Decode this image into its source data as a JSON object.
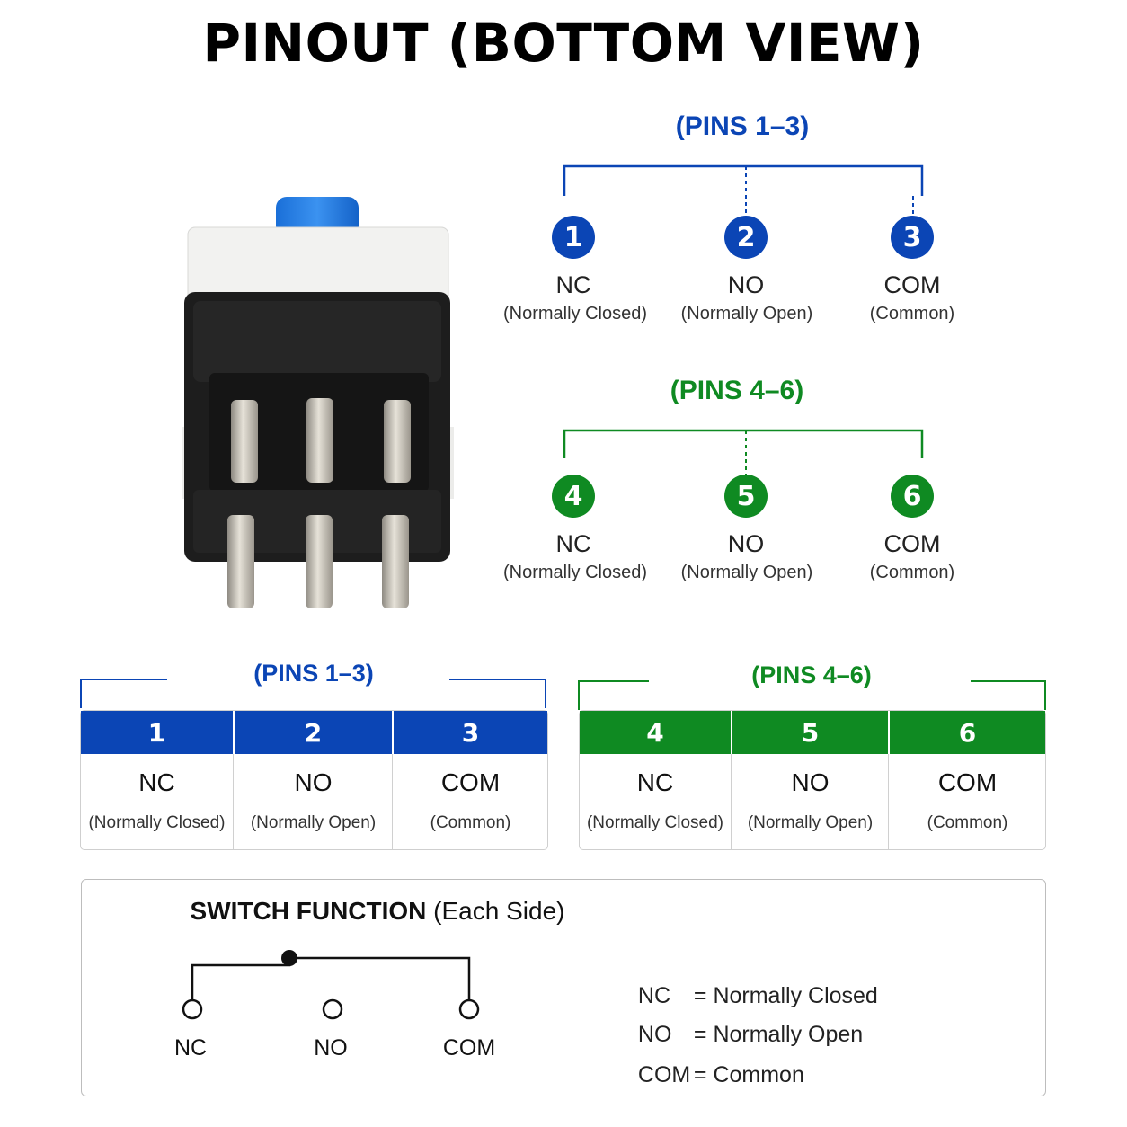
{
  "title": "PINOUT (BOTTOM VIEW)",
  "colors": {
    "blue": "#0b45b5",
    "green": "#0f8a22"
  },
  "top_groups": [
    {
      "title": "(PINS 1–3)",
      "pins": [
        {
          "num": "1",
          "name": "NC",
          "desc": "(Normally Closed)"
        },
        {
          "num": "2",
          "name": "NO",
          "desc": "(Normally Open)"
        },
        {
          "num": "3",
          "name": "COM",
          "desc": "(Common)"
        }
      ]
    },
    {
      "title": "(PINS 4–6)",
      "pins": [
        {
          "num": "4",
          "name": "NC",
          "desc": "(Normally Closed)"
        },
        {
          "num": "5",
          "name": "NO",
          "desc": "(Normally Open)"
        },
        {
          "num": "6",
          "name": "COM",
          "desc": "(Common)"
        }
      ]
    }
  ],
  "tables": [
    {
      "title": "(PINS 1–3)",
      "cells": [
        {
          "num": "1",
          "name": "NC",
          "desc": "(Normally Closed)"
        },
        {
          "num": "2",
          "name": "NO",
          "desc": "(Normally Open)"
        },
        {
          "num": "3",
          "name": "COM",
          "desc": "(Common)"
        }
      ]
    },
    {
      "title": "(PINS 4–6)",
      "cells": [
        {
          "num": "4",
          "name": "NC",
          "desc": "(Normally Closed)"
        },
        {
          "num": "5",
          "name": "NO",
          "desc": "(Normally Open)"
        },
        {
          "num": "6",
          "name": "COM",
          "desc": "(Common)"
        }
      ]
    }
  ],
  "switch_function": {
    "title_bold": "SWITCH FUNCTION",
    "title_rest": "(Each Side)",
    "terminals": [
      "NC",
      "NO",
      "COM"
    ],
    "legend": [
      {
        "key": "NC",
        "value": "= Normally Closed"
      },
      {
        "key": "NO",
        "value": "= Normally Open"
      },
      {
        "key": "COM",
        "value": "= Common"
      }
    ]
  }
}
